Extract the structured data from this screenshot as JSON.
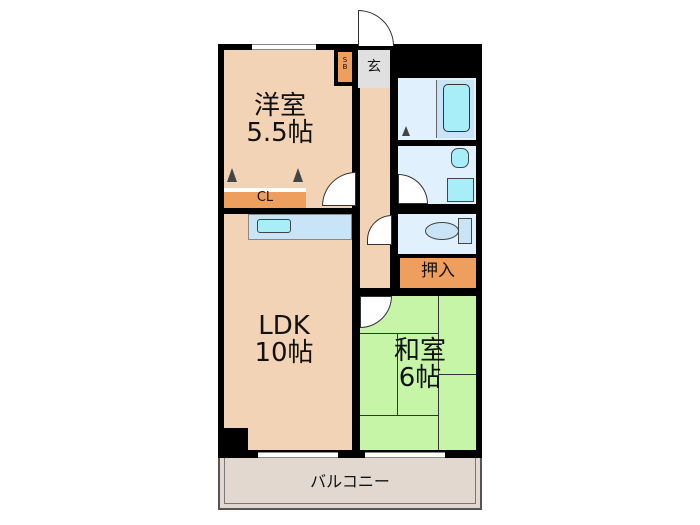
{
  "floorplan": {
    "rooms": {
      "western_room": {
        "name": "洋室",
        "size": "5.5帖"
      },
      "ldk": {
        "name": "LDK",
        "size": "10帖"
      },
      "japanese_room": {
        "name": "和室",
        "size": "6帖"
      },
      "entrance": {
        "name": "玄"
      },
      "shoe_box": {
        "line1": "S",
        "line2": "B"
      },
      "closet": {
        "name": "CL"
      },
      "oshiire": {
        "name": "押入"
      },
      "balcony": {
        "name": "バルコニー"
      }
    },
    "colors": {
      "wood_floor": "#f2d3b5",
      "tatami": "#c6f5a8",
      "storage": "#ee9f5e",
      "wet_area": "#e0f0fc",
      "fixture": "#a7eef8",
      "entrance": "#e0e0e0",
      "balcony": "#e3d8d0",
      "wall": "#000000"
    }
  }
}
